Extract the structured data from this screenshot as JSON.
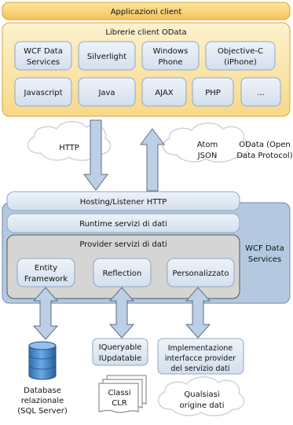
{
  "app_bar": {
    "title": "Applicazioni client"
  },
  "client_libs": {
    "title": "Librerie client OData",
    "items": [
      [
        "WCF Data",
        "Services"
      ],
      [
        "Silverlight"
      ],
      [
        "Windows",
        "Phone"
      ],
      [
        "Objective-C",
        "(iPhone)"
      ],
      [
        "Javascript"
      ],
      [
        "Java"
      ],
      [
        "AJAX"
      ],
      [
        "PHP"
      ],
      [
        "..."
      ]
    ]
  },
  "transport": {
    "http": "HTTP",
    "formats": [
      "Atom",
      "JSON"
    ],
    "odata": [
      "OData (Open",
      "Data Protocol)"
    ]
  },
  "wcf": {
    "label": [
      "WCF Data",
      "Services"
    ],
    "hosting": "Hosting/Listener HTTP",
    "runtime": "Runtime servizi di dati",
    "provider_title": "Provider servizi di dati",
    "providers": [
      [
        "Entity",
        "Framework"
      ],
      [
        "Reflection"
      ],
      [
        "Personalizzato"
      ]
    ]
  },
  "sources": {
    "db": [
      "Database",
      "relazionale",
      "(SQL Server)"
    ],
    "iqueryable": [
      "IQueryable",
      "IUpdatable"
    ],
    "clr": [
      "Classi",
      "CLR"
    ],
    "impl": [
      "Implementazione",
      "interfacce provider",
      "del servizio dati"
    ],
    "any": [
      "Qualsiasi",
      "origine dati"
    ]
  },
  "colors": {
    "orange_top": "#fde79a",
    "orange_bottom": "#f7c55c",
    "orange_stroke": "#e2a63c",
    "panel_top": "#fdf1cc",
    "panel_bottom": "#f8d98c",
    "blue_fill": "#b4c9df",
    "blue_stroke": "#6f8aab",
    "box_fill": "#dce6f3",
    "box_stroke": "#8ea7c5",
    "gray_fill": "#d5d5d5",
    "arrow_fill": "#bccfe4",
    "arrow_stroke": "#596f8c",
    "db_fill": "#4d8fd0"
  }
}
